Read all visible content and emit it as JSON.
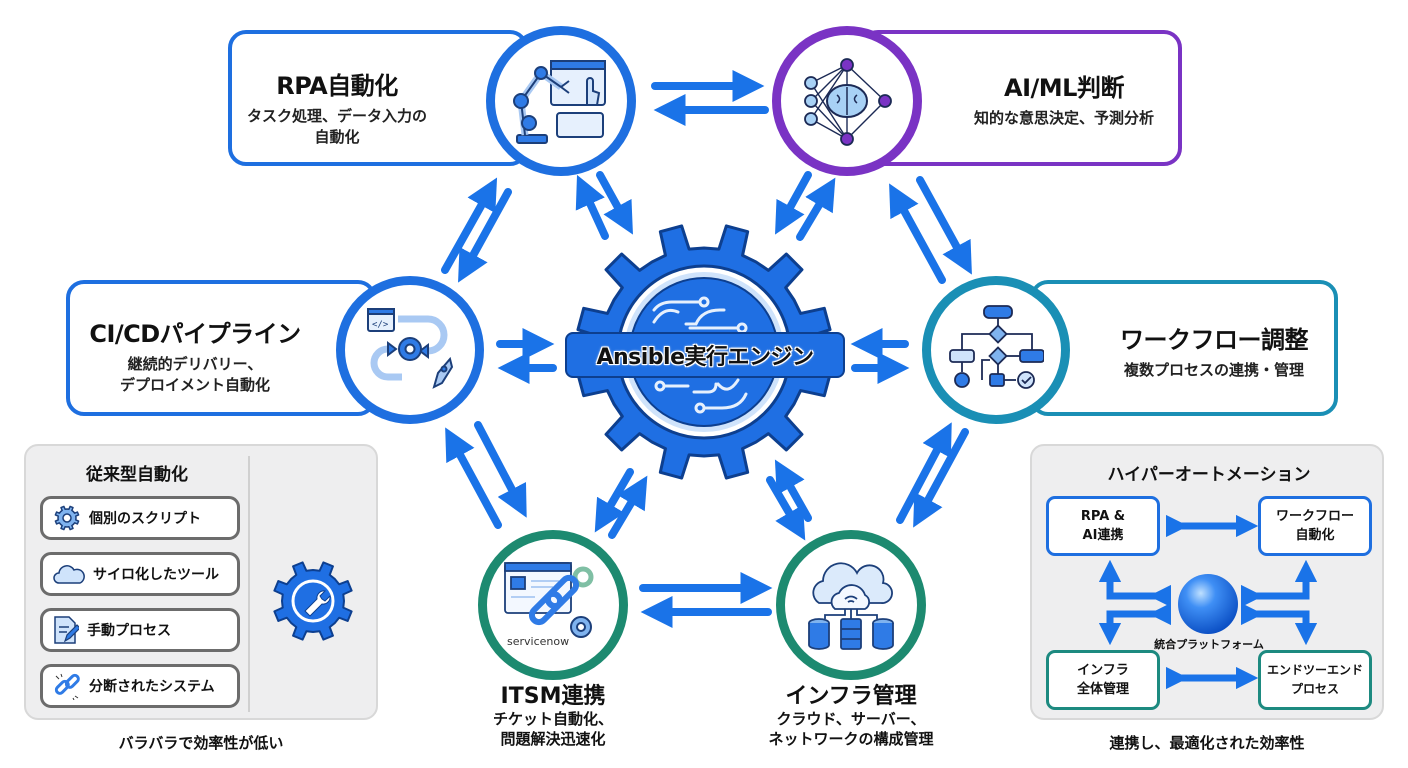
{
  "center": {
    "label": "Ansible実行エンジン",
    "icon": "gear-circuit-icon"
  },
  "modules": {
    "rpa": {
      "title": "RPA自動化",
      "desc_line1": "タスク処理、データ入力の",
      "desc_line2": "自動化",
      "icon": "robot-arm-icon",
      "color": "#1e6fe0"
    },
    "aiml": {
      "title": "AI/ML判断",
      "desc_line1": "知的な意思決定、予測分析",
      "icon": "neural-brain-icon",
      "color": "#7a33c4"
    },
    "cicd": {
      "title": "CI/CDパイプライン",
      "desc_line1": "継続的デリバリー、",
      "desc_line2": "デプロイメント自動化",
      "icon": "pipeline-icon",
      "color": "#1e6fe0"
    },
    "workflow": {
      "title": "ワークフロー調整",
      "desc_line1": "複数プロセスの連携・管理",
      "icon": "flowchart-icon",
      "color": "#1a8fb5"
    },
    "itsm": {
      "title": "ITSM連携",
      "desc_line1": "チケット自動化、",
      "desc_line2": "問題解決迅速化",
      "icon": "ticket-link-icon",
      "logo_text": "servicenow",
      "color": "#1d8a70"
    },
    "infra": {
      "title": "インフラ管理",
      "desc_line1": "クラウド、サーバー、",
      "desc_line2": "ネットワークの構成管理",
      "icon": "cloud-server-icon",
      "color": "#1d8a70"
    }
  },
  "legacy": {
    "title": "従来型自動化",
    "items": [
      {
        "label": "個別のスクリプト",
        "icon": "gear-icon"
      },
      {
        "label": "サイロ化したツール",
        "icon": "cloud-icon"
      },
      {
        "label": "手動プロセス",
        "icon": "document-edit-icon"
      },
      {
        "label": "分断されたシステム",
        "icon": "broken-link-icon"
      }
    ],
    "side_icon": "wrench-gear-icon",
    "caption": "バラバラで効率性が低い"
  },
  "hyper": {
    "title": "ハイパーオートメーション",
    "boxes": [
      {
        "label": "RPA &\nAI連携"
      },
      {
        "label": "ワークフロー\n自動化"
      },
      {
        "label": "インフラ\n全体管理"
      },
      {
        "label": "エンドツーエンド\nプロセス"
      }
    ],
    "hub_label": "統合プラットフォーム",
    "caption": "連携し、最適化された効率性"
  },
  "colors": {
    "arrow": "#1a73e8",
    "blue": "#1e6fe0",
    "purple": "#7a33c4",
    "teal_blue": "#1a8fb5",
    "green_teal": "#1d8a70"
  }
}
